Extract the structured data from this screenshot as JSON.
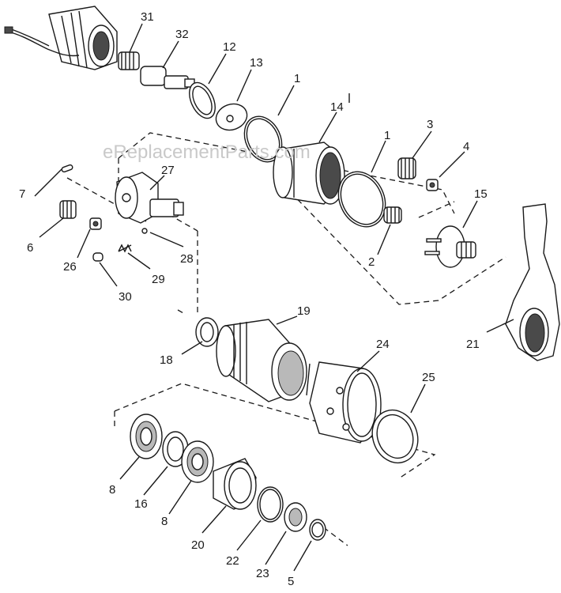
{
  "watermark": "eReplacementParts.com",
  "callouts": {
    "c31": "31",
    "c32": "32",
    "c12": "12",
    "c13": "13",
    "c1a": "1",
    "c14": "14",
    "c1b": "1",
    "c3": "3",
    "c4": "4",
    "c15": "15",
    "c2": "2",
    "c27": "27",
    "c7": "7",
    "c6": "6",
    "c26": "26",
    "c28": "28",
    "c29": "29",
    "c30": "30",
    "c21": "21",
    "c19": "19",
    "c24": "24",
    "c18": "18",
    "c25": "25",
    "c8a": "8",
    "c16": "16",
    "c8b": "8",
    "c20": "20",
    "c22": "22",
    "c23": "23",
    "c5": "5"
  },
  "colors": {
    "ink": "#1a1a1a",
    "shade": "#4a4a4a",
    "light_shade": "#b9b9b9",
    "watermark": "#c9c9c9"
  }
}
